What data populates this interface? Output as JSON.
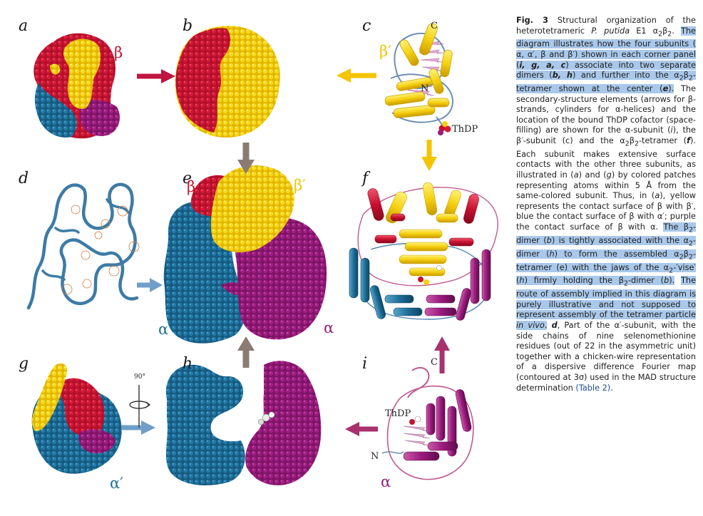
{
  "colors": {
    "beta_red": "#c8102e",
    "beta_prime_yellow": "#f5d010",
    "alpha_purple": "#9b1b7e",
    "alpha_prime_blue": "#1e6e98",
    "arrow_red": "#c01540",
    "arrow_yellow": "#f4c400",
    "arrow_brown": "#8b7b72",
    "arrow_blue": "#6f9fc8",
    "arrow_purple": "#a8316e",
    "highlight": "#a9c8ea",
    "link": "#1f4e99"
  },
  "panels": {
    "a": {
      "label": "a",
      "greek": "β"
    },
    "b": {
      "label": "b"
    },
    "c": {
      "label": "c",
      "greek": "β′",
      "terminus_c": "C",
      "terminus_n": "N",
      "cofactor": "ThDP"
    },
    "d": {
      "label": "d"
    },
    "e": {
      "label": "e",
      "greek_beta": "β",
      "greek_beta_prime": "β′",
      "greek_alpha_prime": "α′",
      "greek_alpha": "α"
    },
    "f": {
      "label": "f"
    },
    "g": {
      "label": "g",
      "greek": "α′"
    },
    "h": {
      "label": "h",
      "rotation": "90°"
    },
    "i": {
      "label": "i",
      "terminus_c": "C",
      "terminus_n": "N",
      "cofactor": "ThDP",
      "greek": "α"
    }
  },
  "caption": {
    "s01": "Fig. 3",
    "s02": " Structural organization of the heterotetrameric ",
    "s03": "P. putida",
    "s04": " E1 α",
    "s05": "2",
    "s06": "β",
    "s07": "2",
    "s08": ".",
    "s09": "The diagram illustrates how the four subunits ( α, α′, β and β′) shown in each corner panel (",
    "s10": "i, g, a, c",
    "s11": ") associate into two separate dimers (",
    "s12": "b, h",
    "s13": ") and further into the α",
    "s14": "2",
    "s15": "β",
    "s16": "2",
    "s17": "-tetramer shown at the center (",
    "s18": "e",
    "s19": ").",
    "s20": " The secondary-structure elements (arrows for β-strands, cylinders for α-helices) and the location of the bound ThDP cofactor (space-filling) are shown for the α-subunit (",
    "s21": "i",
    "s22": "), the β′-subunit (c) and the α",
    "s23": "2",
    "s24": "β",
    "s25": "2",
    "s26": "-tetramer (",
    "s27": "f",
    "s28": "). Each subunit makes extensive surface contacts with the other three subunits, as illustrated in (",
    "s29": "a",
    "s30": ") and (",
    "s31": "g",
    "s32": ") by colored patches representing atoms within 5 Å from the same-colored subunit. Thus, in (",
    "s33": "a",
    "s34": "), yellow represents the contact surface of β with β′, blue the contact surface of β with α′; purple the contact surface of β with α. ",
    "s35": "The β",
    "s36": "2",
    "s37": "-dimer (",
    "s38": "b",
    "s39": ") is tightly associated with the α",
    "s40": "2",
    "s41": "-dimer (",
    "s42": "h",
    "s43": ") to form the assembled α",
    "s44": "2",
    "s45": "β",
    "s46": "2",
    "s47": "-tetramer (e) with the jaws of the α",
    "s48": "2",
    "s49": "-′vise′ (",
    "s50": "h",
    "s51": ") firmly holding the β",
    "s52": "2",
    "s53": "-dimer (",
    "s54": "b",
    "s55": ").",
    "s56": " ",
    "s57": "The route of assembly implied in this diagram is purely illustrative and not supposed to represent assembly of the tetramer particle ",
    "s58": "in vivo",
    "s59": ".",
    "s60": " ",
    "s61": "d",
    "s62": ", Part of the α′-subunit, with the side chains of nine selenomethionine residues (out of 22 in the asymmetric unit) together with a chicken-wire representation of a dispersive difference Fourier map (contoured at 3σ) used in the MAD structure determination ",
    "s63": "(Table 2)",
    "s64": "."
  }
}
